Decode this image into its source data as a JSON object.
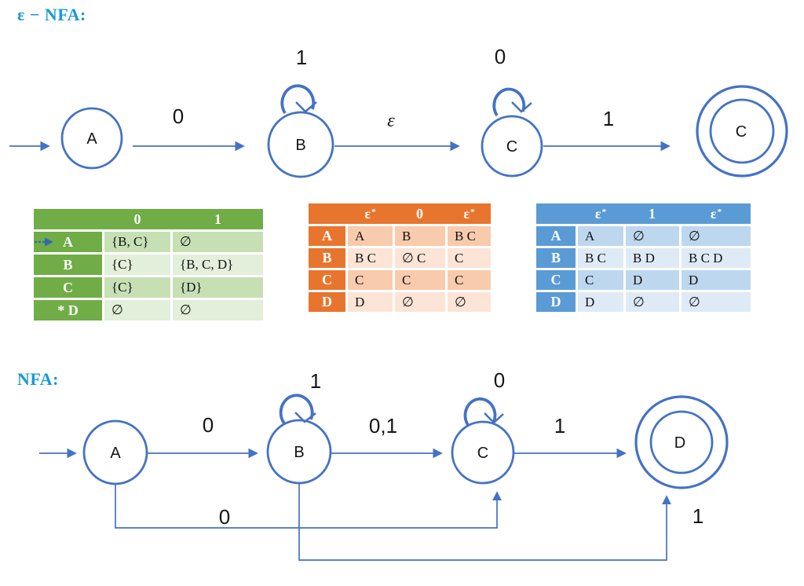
{
  "titles": {
    "enfa": "ε − NFA:",
    "nfa": "NFA:"
  },
  "colors": {
    "title_blue": "#1999D8",
    "diagram_stroke": "#4472C4",
    "green_header": "#70AD47",
    "green_tint_dark": "#C6E0B4",
    "green_tint_light": "#E2EFDA",
    "orange_header": "#E8752E",
    "orange_tint_dark": "#F8CBAD",
    "orange_tint_light": "#FCE4D6",
    "blue_header": "#5B9BD5",
    "blue_tint_dark": "#BDD7EE",
    "blue_tint_light": "#DEEBF7"
  },
  "enfa_diagram": {
    "states": [
      "A",
      "B",
      "C",
      "C"
    ],
    "edge_labels": {
      "a_b": "0",
      "b_loop": "1",
      "b_c": "ε",
      "c_loop": "0",
      "c_accept": "1"
    }
  },
  "nfa_diagram": {
    "states": [
      "A",
      "B",
      "C",
      "D"
    ],
    "edge_labels": {
      "a_b": "0",
      "b_loop": "1",
      "b_c": "0,1",
      "c_loop": "0",
      "c_d": "1",
      "a_c": "0",
      "b_d": "1"
    }
  },
  "tables": {
    "green": {
      "col_headers": [
        "0",
        "1"
      ],
      "rows": [
        {
          "state": "A",
          "cells": [
            "{B, C}",
            "∅"
          ]
        },
        {
          "state": "B",
          "cells": [
            "{C}",
            "{B, C, D}"
          ]
        },
        {
          "state": "C",
          "cells": [
            "{C}",
            "{D}"
          ]
        },
        {
          "state": "* D",
          "cells": [
            "∅",
            "∅"
          ]
        }
      ]
    },
    "orange": {
      "col_headers": [
        {
          "base": "ε",
          "sup": "*"
        },
        {
          "base": "0",
          "sup": ""
        },
        {
          "base": "ε",
          "sup": "*"
        }
      ],
      "rows": [
        {
          "state": "A",
          "cells": [
            "A",
            "B",
            "B C"
          ]
        },
        {
          "state": "B",
          "cells": [
            "B C",
            "∅ C",
            "C"
          ]
        },
        {
          "state": "C",
          "cells": [
            "C",
            "C",
            "C"
          ]
        },
        {
          "state": "D",
          "cells": [
            "D",
            "∅",
            "∅"
          ]
        }
      ]
    },
    "blue": {
      "col_headers": [
        {
          "base": "ε",
          "sup": "*"
        },
        {
          "base": "1",
          "sup": ""
        },
        {
          "base": "ε",
          "sup": "*"
        }
      ],
      "rows": [
        {
          "state": "A",
          "cells": [
            "A",
            "∅",
            "∅"
          ]
        },
        {
          "state": "B",
          "cells": [
            "B C",
            "B D",
            "B C D"
          ]
        },
        {
          "state": "C",
          "cells": [
            "C",
            "D",
            "D"
          ]
        },
        {
          "state": "D",
          "cells": [
            "D",
            "∅",
            "∅"
          ]
        }
      ]
    }
  }
}
